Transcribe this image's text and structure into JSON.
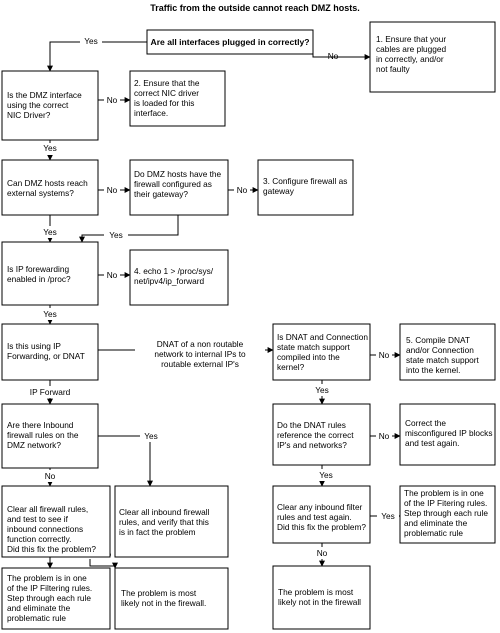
{
  "title": "Traffic from the outside cannot reach  DMZ hosts.",
  "nodes": {
    "plugged": [
      "Are all interfaces plugged in correctly?"
    ],
    "ensure_cables": [
      "1. Ensure that your",
      "cables are plugged",
      "in correctly, and/or",
      "not faulty"
    ],
    "dmz_driver": [
      "Is the DMZ interface",
      "using the correct",
      "NIC Driver?"
    ],
    "ensure_driver": [
      "2. Ensure that the",
      "correct NIC driver",
      "is loaded for this",
      "interface."
    ],
    "reach_external": [
      "Can DMZ hosts reach",
      "external systems?"
    ],
    "gateway_q": [
      "Do DMZ hosts have the",
      "firewall configured as",
      "their gateway?"
    ],
    "configure_fw": [
      "3. Configure firewall as",
      "gateway"
    ],
    "ip_forwarding": [
      "Is IP forewarding",
      "enabled in /proc?"
    ],
    "echo": [
      "4. echo 1 > /proc/sys/",
      "net/ipv4/ip_forward"
    ],
    "ip_or_dnat": [
      "Is this using IP",
      "Forwarding, or DNAT"
    ],
    "dnat_support": [
      "Is DNAT and Connection",
      "state match support",
      "compiled into the",
      "kernel?"
    ],
    "compile_dnat": [
      "5. Compile DNAT",
      "and/or Connection",
      "state match support",
      "into the kernel."
    ],
    "inbound_rules": [
      "Are there Inbound",
      "firewall rules on the",
      "DMZ network?"
    ],
    "dnat_rules": [
      "Do the DNAT rules",
      "reference the correct",
      "IP's and networks?"
    ],
    "correct_blocks": [
      "Correct the",
      "misconfigured IP blocks",
      "and test again."
    ],
    "clear_all": [
      "Clear all firewall rules,",
      "and test to see if",
      "inbound connections",
      "function correctly.",
      "Did this fix the problem?"
    ],
    "clear_inbound": [
      "Clear all inbound firewall",
      "rules, and verify that this",
      "is in fact the problem"
    ],
    "clear_filter": [
      "Clear any inbound filter",
      "rules and test again.",
      "Did this fix the problem?"
    ],
    "filter_problem_right": [
      "The problem is in one",
      "of the IP Fitering rules.",
      "Step through each rule",
      "and eliminate the",
      "problematic rule"
    ],
    "filter_problem_left": [
      "The problem is in one",
      "of the IP Filtering rules.",
      "Step through each rule",
      "and eliminate the",
      "problematic rule"
    ],
    "not_fw_left": [
      "The problem is most",
      "likely not in the firewall."
    ],
    "not_fw_right": [
      "The problem is most",
      "likely not in the firewall"
    ]
  },
  "labels": {
    "yes": "Yes",
    "no": "No",
    "dnat_description": [
      "DNAT of a non routable",
      "network to internal IPs to",
      "routable external IP's"
    ],
    "ip_forward": "IP Forward"
  }
}
